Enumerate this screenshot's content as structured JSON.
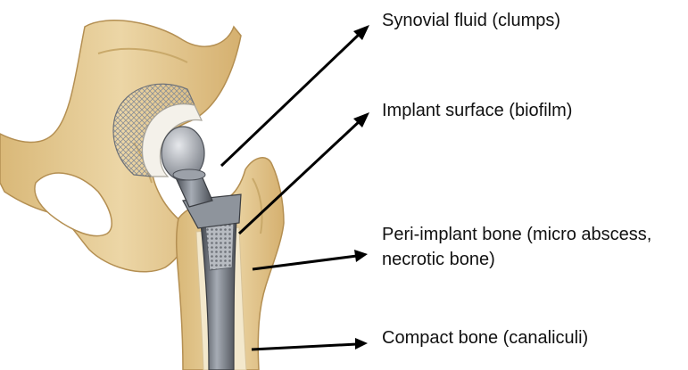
{
  "labels": [
    {
      "line1": "Synovial fluid (clumps)",
      "line2": ""
    },
    {
      "line1": "Implant surface (biofilm)",
      "line2": ""
    },
    {
      "line1": "Peri-implant bone (micro abscess,",
      "line2": "necrotic bone)"
    },
    {
      "line1": "Compact bone (canaliculi)",
      "line2": ""
    }
  ],
  "colors": {
    "bone": "#e7cf9c",
    "bone_shadow": "#c9a96a",
    "marrow": "#f3e8cc",
    "implant_dark": "#5a5e66",
    "implant_light": "#b9bec6",
    "cup_white": "#f4f1ea",
    "arrow": "#000000",
    "text": "#111111"
  }
}
